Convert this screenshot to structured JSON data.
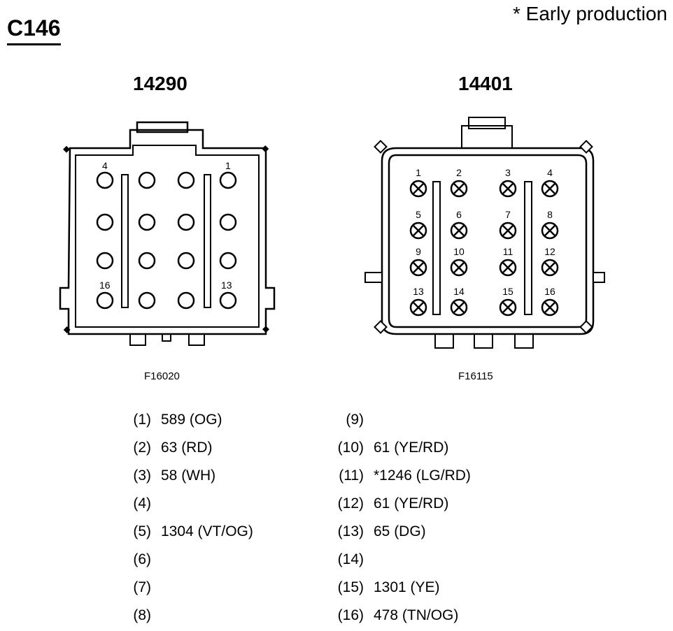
{
  "connector_id": "C146",
  "note": "* Early production",
  "left_connector": {
    "part_number": "14290",
    "figure_id": "F16020",
    "pin_labels": {
      "p1": "1",
      "p4": "4",
      "p13": "13",
      "p16": "16"
    }
  },
  "right_connector": {
    "part_number": "14401",
    "figure_id": "F16115",
    "pins": [
      "1",
      "2",
      "3",
      "4",
      "5",
      "6",
      "7",
      "8",
      "9",
      "10",
      "11",
      "12",
      "13",
      "14",
      "15",
      "16"
    ]
  },
  "pinout_left": [
    {
      "pin": "(1)",
      "circuit": "589 (OG)"
    },
    {
      "pin": "(2)",
      "circuit": "63 (RD)"
    },
    {
      "pin": "(3)",
      "circuit": "58 (WH)"
    },
    {
      "pin": "(4)",
      "circuit": ""
    },
    {
      "pin": "(5)",
      "circuit": "1304 (VT/OG)"
    },
    {
      "pin": "(6)",
      "circuit": ""
    },
    {
      "pin": "(7)",
      "circuit": ""
    },
    {
      "pin": "(8)",
      "circuit": ""
    }
  ],
  "pinout_right": [
    {
      "pin": "(9)",
      "circuit": ""
    },
    {
      "pin": "(10)",
      "circuit": "61 (YE/RD)"
    },
    {
      "pin": "(11)",
      "circuit": "*1246 (LG/RD)"
    },
    {
      "pin": "(12)",
      "circuit": "61 (YE/RD)"
    },
    {
      "pin": "(13)",
      "circuit": "65 (DG)"
    },
    {
      "pin": "(14)",
      "circuit": ""
    },
    {
      "pin": "(15)",
      "circuit": "1301 (YE)"
    },
    {
      "pin": "(16)",
      "circuit": "478 (TN/OG)"
    }
  ]
}
